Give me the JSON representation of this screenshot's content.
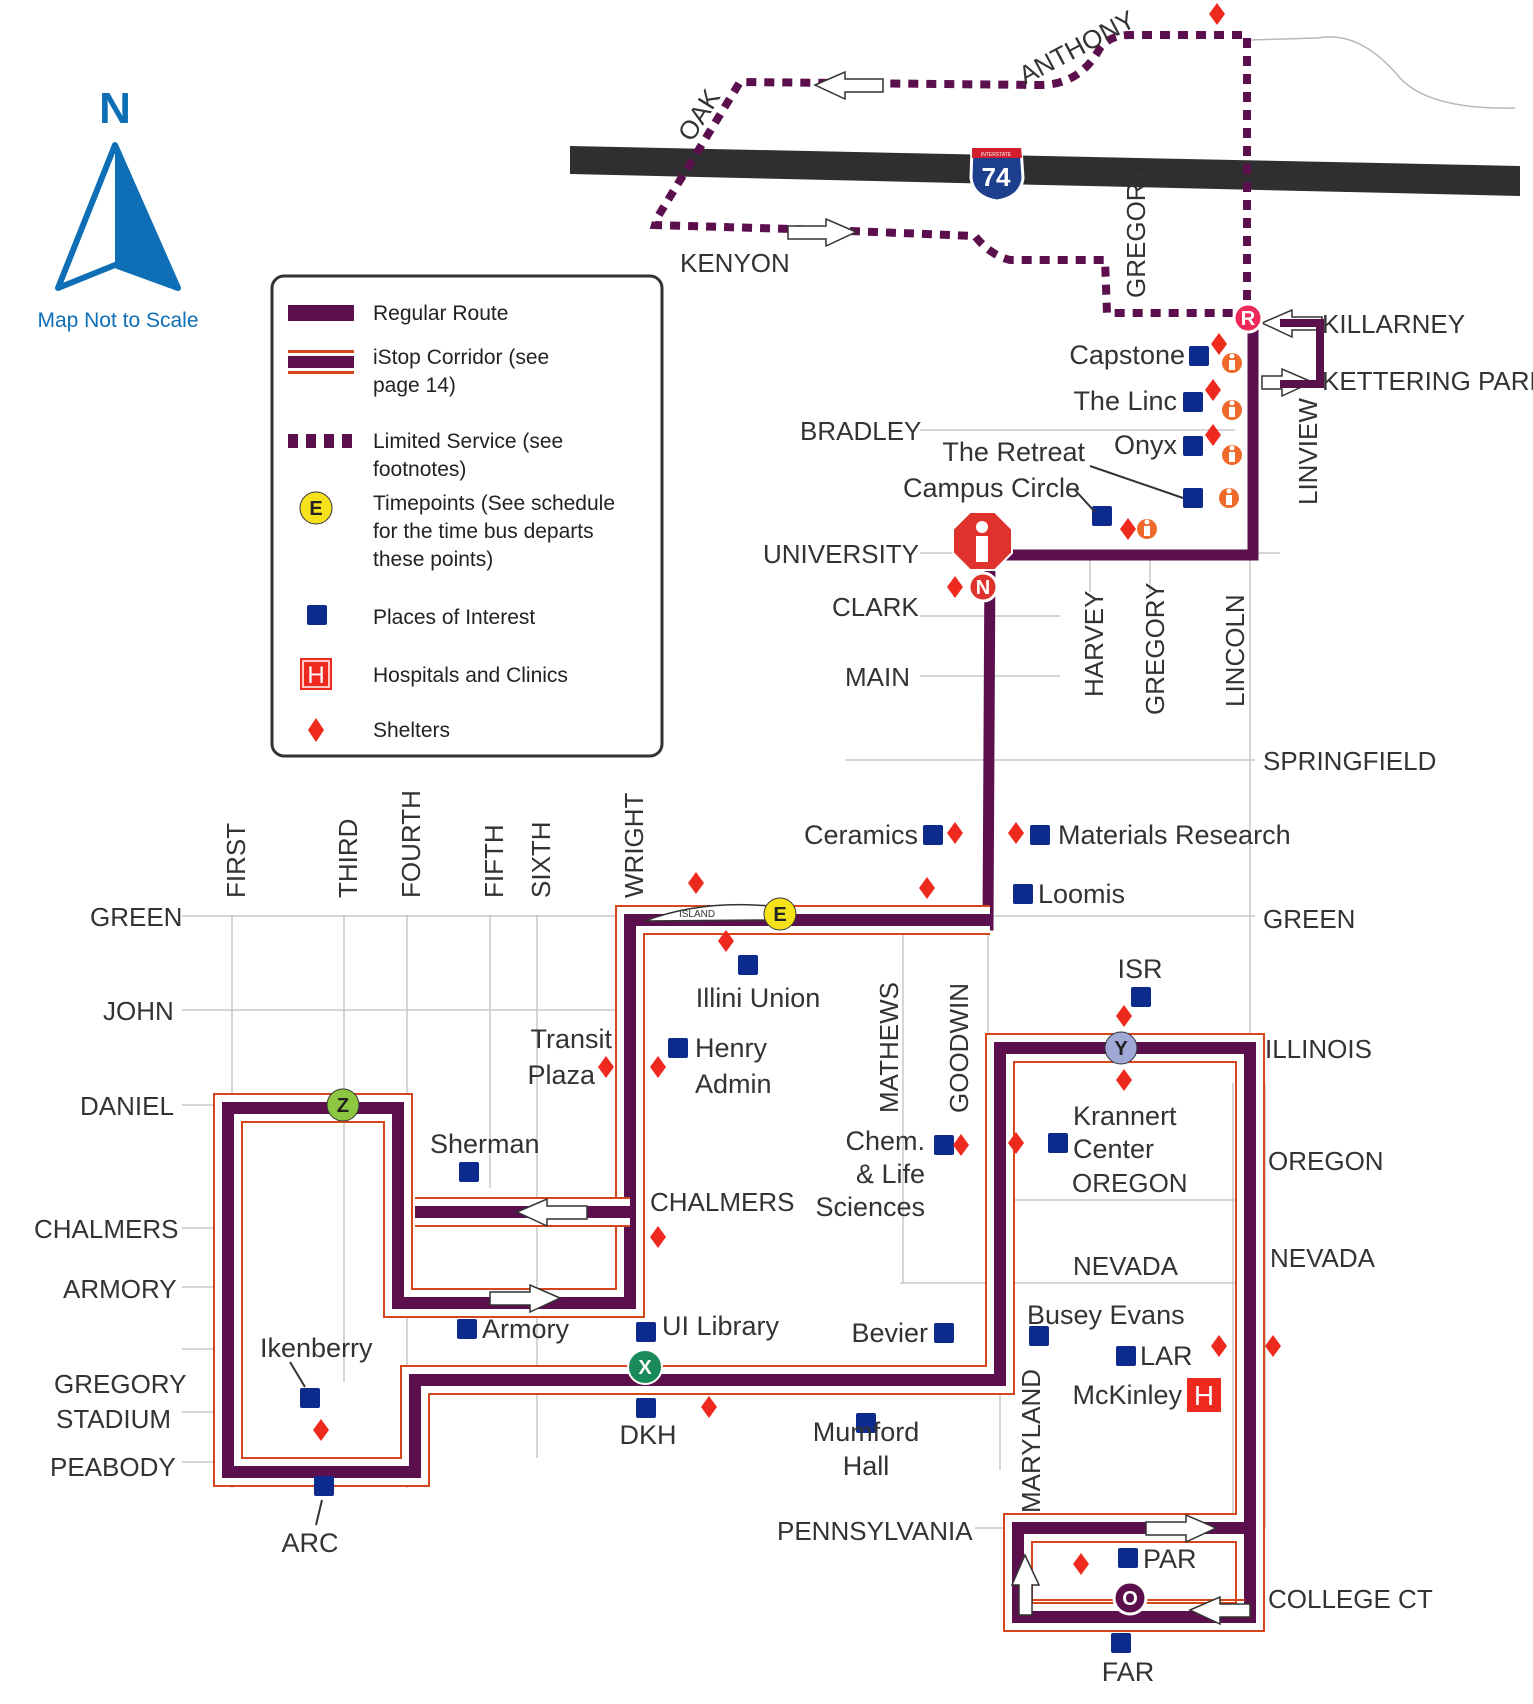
{
  "colors": {
    "route": "#5b0f4d",
    "corridor": "#d7461a",
    "poi": "#0d2a8f",
    "shelter": "#ee2a1e",
    "hospital": "#ee2a1e",
    "north": "#0e6fb6",
    "interstate_shield": "#1d3f8e",
    "interstate_band": "#d21e2c",
    "highway": "#2f2f31",
    "grid_line": "#c8c8c8",
    "timepoint_e": "#f6e21a",
    "timepoint_z": "#8dc640",
    "timepoint_x": "#1b8a5a",
    "timepoint_y": "#9fa9d6",
    "timepoint_o": "#5b0f4d",
    "timepoint_r": "#ee2a5a",
    "timepoint_n": "#e0322c",
    "istop": "#e0322c"
  },
  "compass": {
    "letter": "N",
    "caption": "Map Not to Scale",
    "icon": "north-arrow-icon"
  },
  "legend": {
    "regular_route": "Regular Route",
    "istop_corridor_1": "iStop Corridor (see",
    "istop_corridor_2": "page 14)",
    "limited_service_1": "Limited Service (see",
    "limited_service_2": "footnotes)",
    "timepoints_1": "Timepoints (See schedule",
    "timepoints_2": "for the time bus departs",
    "timepoints_3": "these points)",
    "timepoints_sample": "E",
    "places_of_interest": "Places of  Interest",
    "hospitals": "Hospitals and Clinics",
    "hospital_symbol": "H",
    "shelters": "Shelters"
  },
  "interstate": {
    "top_text": "INTERSTATE",
    "number": "74"
  },
  "streets": {
    "anthony": "ANTHONY",
    "oak": "OAK",
    "kenyon": "KENYON",
    "gregory_north": "GREGORY",
    "killarney": "KILLARNEY",
    "kettering_park": "KETTERING PARK",
    "linview": "LINVIEW",
    "bradley": "BRADLEY",
    "university": "UNIVERSITY",
    "clark": "CLARK",
    "main": "MAIN",
    "harvey": "HARVEY",
    "gregory": "GREGORY",
    "lincoln": "LINCOLN",
    "springfield": "SPRINGFIELD",
    "green_left": "GREEN",
    "green_right": "GREEN",
    "john": "JOHN",
    "daniel": "DANIEL",
    "chalmers_left": "CHALMERS",
    "chalmers_mid": "CHALMERS",
    "armory": "ARMORY",
    "gregory_stadium_1": "GREGORY",
    "gregory_stadium_2": "STADIUM",
    "peabody": "PEABODY",
    "first": "FIRST",
    "third": "THIRD",
    "fourth": "FOURTH",
    "fifth": "FIFTH",
    "sixth": "SIXTH",
    "wright": "WRIGHT",
    "mathews": "MATHEWS",
    "goodwin": "GOODWIN",
    "illinois": "ILLINOIS",
    "oregon_right": "OREGON",
    "oregon_mid": "OREGON",
    "nevada_right": "NEVADA",
    "nevada_mid": "NEVADA",
    "maryland": "MARYLAND",
    "pennsylvania": "PENNSYLVANIA",
    "college_ct": "COLLEGE CT",
    "island": "ISLAND"
  },
  "places": {
    "capstone": "Capstone",
    "the_linc": "The Linc",
    "onyx": "Onyx",
    "the_retreat": "The Retreat",
    "campus_circle": "Campus Circle",
    "ceramics": "Ceramics",
    "materials_research": "Materials Research",
    "loomis": "Loomis",
    "illini_union": "Illini Union",
    "transit_plaza_1": "Transit",
    "transit_plaza_2": "Plaza",
    "henry_admin_1": "Henry",
    "henry_admin_2": "Admin",
    "isr": "ISR",
    "krannert_1": "Krannert",
    "krannert_2": "Center",
    "sherman": "Sherman",
    "chem_1": "Chem.",
    "chem_2": "& Life",
    "chem_3": "Sciences",
    "armory": "Armory",
    "ui_library": "UI Library",
    "bevier": "Bevier",
    "busey_evans": "Busey Evans",
    "lar": "LAR",
    "mckinley": "McKinley",
    "ikenberry": "Ikenberry",
    "dkh": "DKH",
    "mumford_1": "Mumford",
    "mumford_2": "Hall",
    "par": "PAR",
    "far": "FAR",
    "arc": "ARC"
  },
  "timepoints": {
    "e": "E",
    "z": "Z",
    "x": "X",
    "y": "Y",
    "o": "O",
    "r": "R",
    "n": "N"
  },
  "istop_hub": "i"
}
